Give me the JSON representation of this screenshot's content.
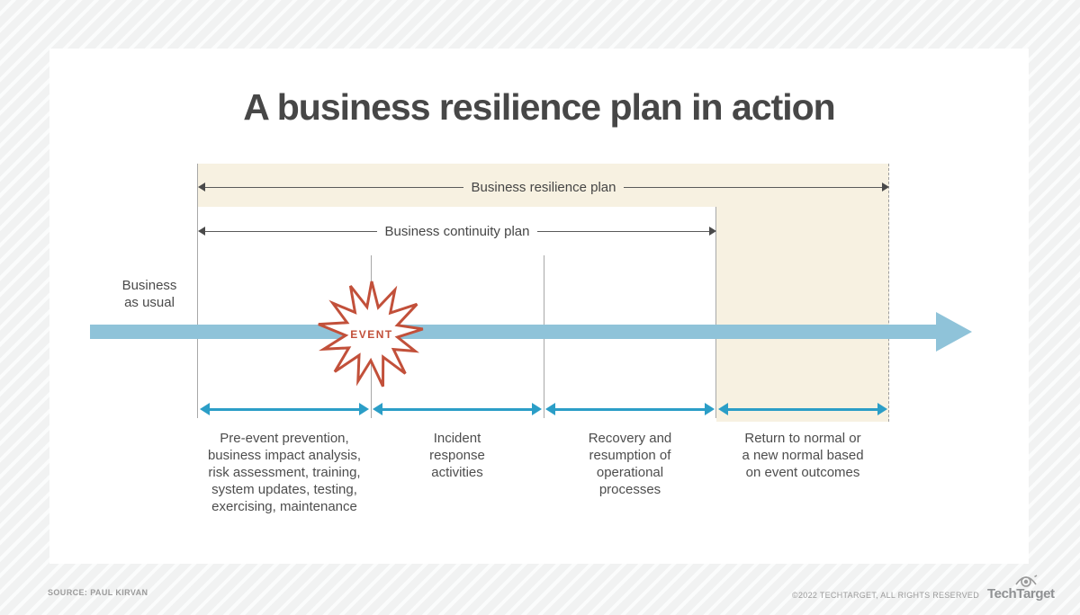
{
  "title": "A business resilience plan in action",
  "timeline": {
    "business_as_usual_label": "Business\nas usual",
    "event_label": "EVENT",
    "resilience_span_label": "Business resilience plan",
    "continuity_span_label": "Business continuity plan",
    "phases": [
      {
        "label": "Pre-event prevention,\nbusiness impact analysis,\nrisk assessment, training,\nsystem updates, testing,\nexercising, maintenance"
      },
      {
        "label": "Incident\nresponse\nactivities"
      },
      {
        "label": "Recovery and\nresumption of\noperational\nprocesses"
      },
      {
        "label": "Return to normal or\na new normal based\non event outcomes"
      }
    ]
  },
  "footer": {
    "source": "SOURCE: PAUL KIRVAN",
    "copyright": "©2022 TECHTARGET, ALL RIGHTS RESERVED",
    "brand": "TechTarget"
  },
  "colors": {
    "main_arrow_blue": "#8fc3d9",
    "phase_arrow_teal": "#2b9ec7",
    "plan_region_beige": "#f7f1e1",
    "event_red": "#c2503a",
    "text_gray": "#4a4a4a"
  }
}
